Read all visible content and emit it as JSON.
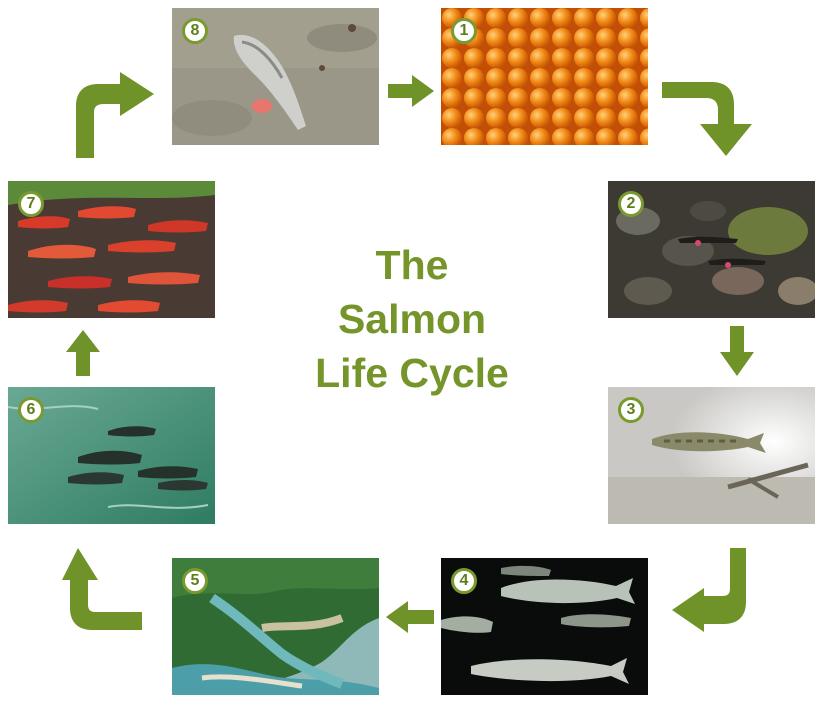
{
  "title": {
    "lines": [
      "The",
      "Salmon",
      "Life Cycle"
    ]
  },
  "stages": [
    {
      "number": "1",
      "subject": "salmon-eggs"
    },
    {
      "number": "2",
      "subject": "alevin-in-gravel"
    },
    {
      "number": "3",
      "subject": "fry"
    },
    {
      "number": "4",
      "subject": "smolts"
    },
    {
      "number": "5",
      "subject": "river-estuary"
    },
    {
      "number": "6",
      "subject": "adults-returning"
    },
    {
      "number": "7",
      "subject": "spawning-red-salmon"
    },
    {
      "number": "8",
      "subject": "dead-salmon-carcass"
    }
  ],
  "colors": {
    "arrow": "#6f9229",
    "title": "#75952a",
    "badge_border": "#7a9a2e"
  }
}
